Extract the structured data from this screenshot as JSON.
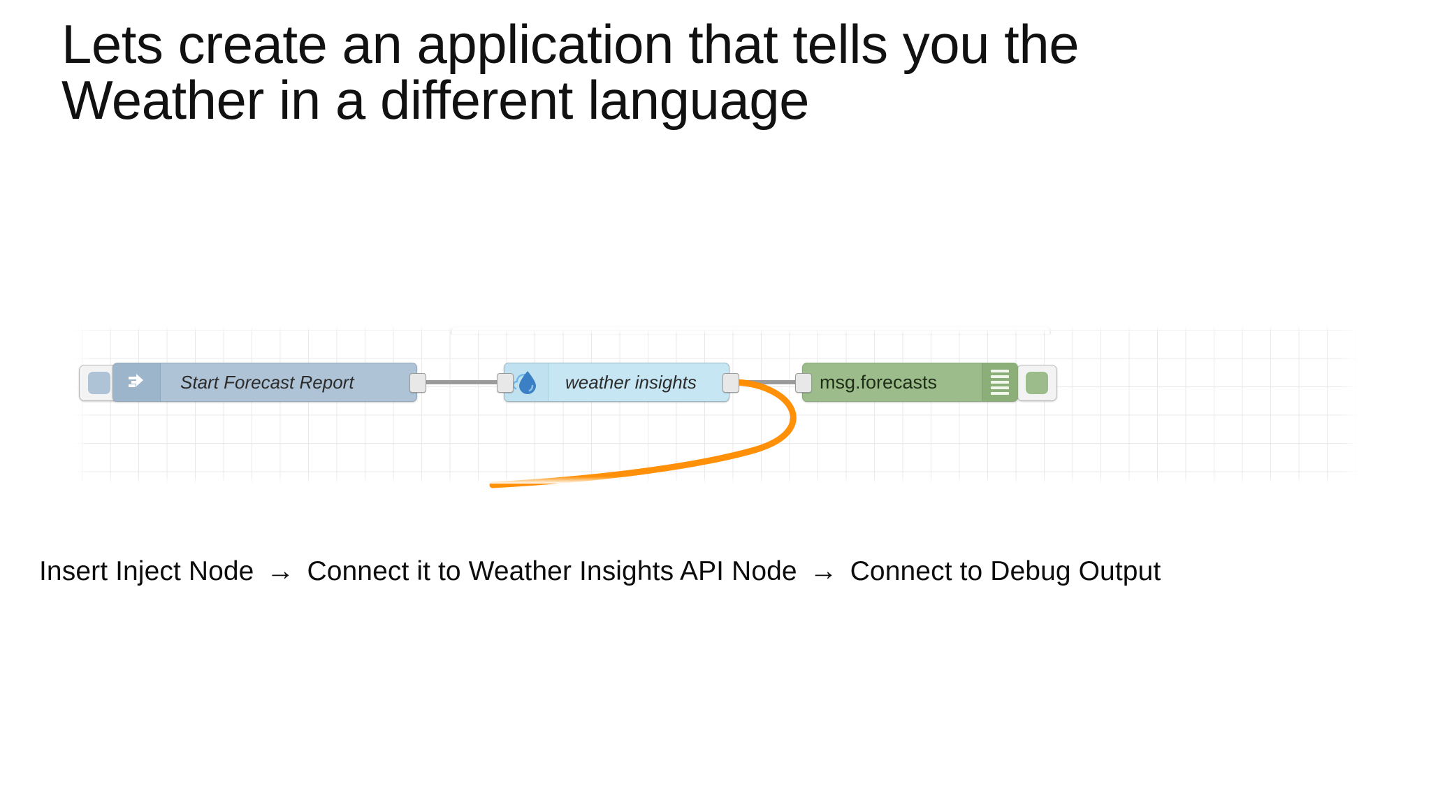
{
  "slide": {
    "title": "Lets create an application that tells you the\nWeather in a different language",
    "caption": {
      "step1": "Insert Inject Node",
      "arrow1": "→",
      "step2": "Connect it to Weather Insights API Node",
      "arrow2": "→",
      "step3": "Connect to Debug Output"
    }
  },
  "flow": {
    "nodes": [
      {
        "id": "inject",
        "label": "Start Forecast Report",
        "type": "inject",
        "icon": "inject-arrow-icon",
        "color": "#aec3d6",
        "icon_cell_color": "#9db5cb"
      },
      {
        "id": "weather",
        "label": "weather insights",
        "type": "weather-insights-api",
        "icon": "water-droplet-icon",
        "color": "#c7e6f3",
        "icon_cell_color": "#bfe1f0"
      },
      {
        "id": "debug",
        "label": "msg.forecasts",
        "type": "debug",
        "icon": "hamburger-list-icon",
        "color": "#9dbc8b",
        "icon_cell_color": "#8cae79"
      }
    ],
    "wires": [
      {
        "id": "wire-inject-to-weather",
        "color": "#9b9b9b",
        "state": "connected"
      },
      {
        "id": "wire-weather-to-debug",
        "color": "#9b9b9b",
        "state": "connected"
      },
      {
        "id": "wire-dragging-orange",
        "color": "#ff8c00",
        "state": "dragging"
      }
    ],
    "canvas": {
      "background": "#ffffff",
      "grid_color": "#e9e9ec"
    }
  }
}
